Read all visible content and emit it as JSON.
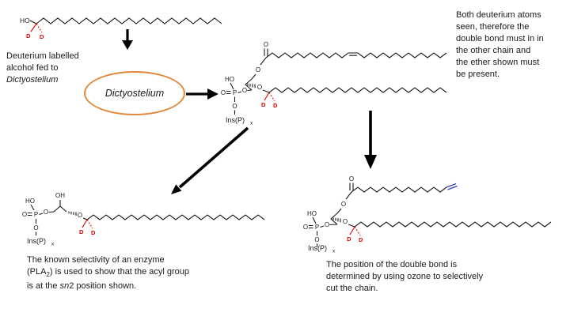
{
  "colors": {
    "ellipse_orange": "#E2883A",
    "deuterium_red": "#E00000",
    "ozonolysis_blue": "#3344BB",
    "text_black": "#1A1A1A"
  },
  "organism_ellipse": {
    "label": "Dictyostelium"
  },
  "left_caption": {
    "line1": "Deuterium labelled",
    "line2": "alcohol fed to",
    "line3_italic": "Dictyostelium"
  },
  "top_right_caption": {
    "lines": [
      "Both deuterium atoms",
      "seen, therefore the",
      "double bond must in in",
      "the other chain and",
      "the ether shown must",
      "be present."
    ]
  },
  "bottom_left_caption": {
    "line1": "The known selectivity of an enzyme",
    "line2_pre": "(PLA",
    "line2_sub": "2",
    "line2_post": ") is used to show that the acyl group",
    "line3_pre": "is at the ",
    "line3_italic": "sn",
    "line3_post": "2 position shown."
  },
  "bottom_right_caption": {
    "lines": [
      "The position of the double bond is",
      "determined by using ozone to selectively",
      "cut the chain."
    ]
  },
  "chem_labels": {
    "hydroxyl": "HO",
    "hydroxyl_right": "OH",
    "oxygen": "O",
    "phosphorus": "P",
    "deuterium": "D",
    "inositol": "Ins(P)",
    "inositol_sub": "x"
  }
}
